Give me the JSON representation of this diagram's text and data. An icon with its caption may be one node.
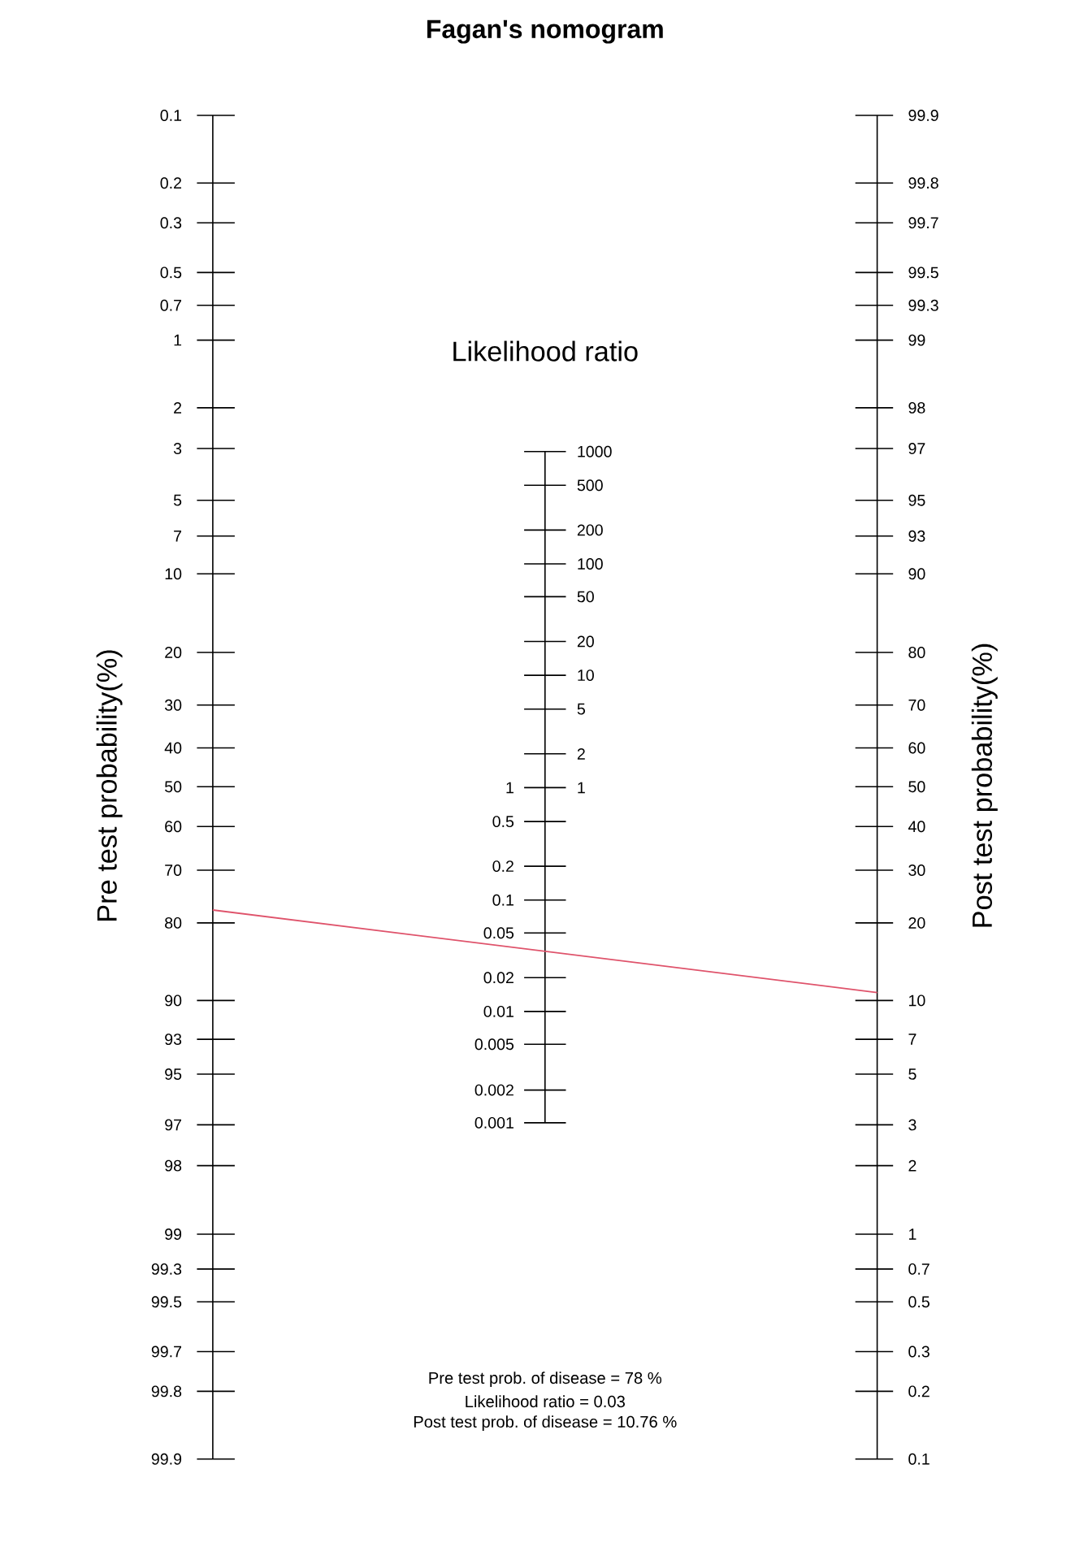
{
  "diagram": {
    "title": "Fagan's nomogram",
    "labels": [
      "Pre test probability(%)",
      "0.1",
      "0.2",
      "0.3",
      "0.5",
      "0.7",
      "1",
      "2",
      "3",
      "5",
      "7",
      "10",
      "20",
      "30",
      "40",
      "50",
      "60",
      "70",
      "80",
      "90",
      "93",
      "95",
      "97",
      "98",
      "99",
      "99.3",
      "99.5",
      "99.7",
      "99.8",
      "99.9",
      "Likelihood ratio",
      "1000",
      "500",
      "200",
      "100",
      "50",
      "20",
      "10",
      "5",
      "2",
      "1",
      "1",
      "0.5",
      "0.2",
      "0.1",
      "0.05",
      "0.02",
      "0.01",
      "0.005",
      "0.002",
      "0.001",
      "Post test probability(%)",
      "99.9",
      "99.8",
      "99.7",
      "99.5",
      "99.3",
      "99",
      "98",
      "97",
      "95",
      "93",
      "90",
      "80",
      "70",
      "60",
      "50",
      "40",
      "30",
      "20",
      "10",
      "7",
      "5",
      "3",
      "2",
      "1",
      "0.7",
      "0.5",
      "0.3",
      "0.2",
      "0.1",
      "Pre test prob. of disease = 78 %",
      "Likelihood ratio  = 0.03",
      "Post test prob. of disease = 10.76 %"
    ]
  }
}
